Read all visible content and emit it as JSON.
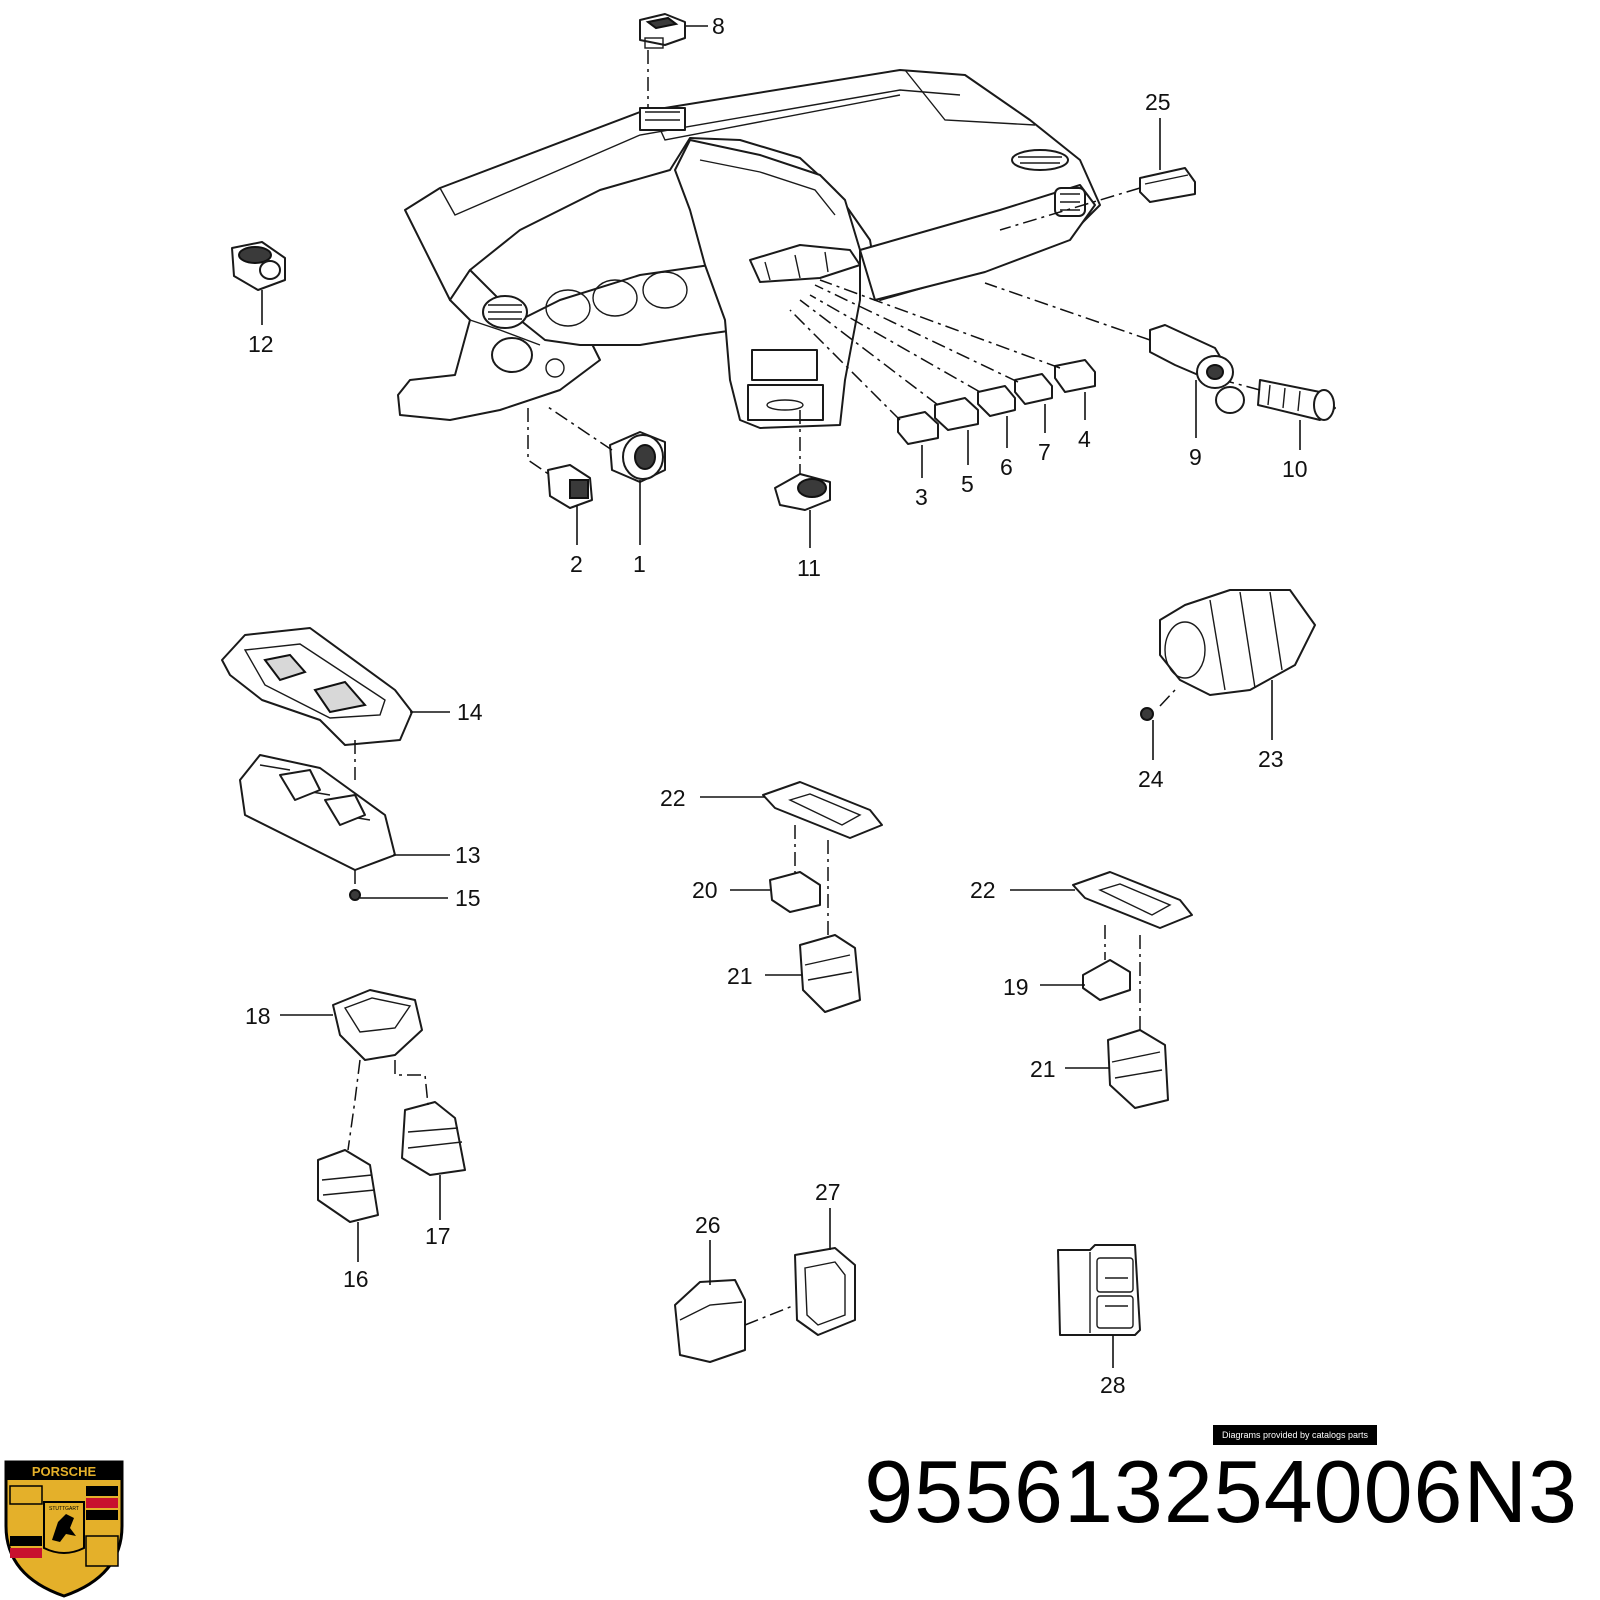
{
  "diagram": {
    "callouts": [
      "1",
      "2",
      "3",
      "4",
      "5",
      "6",
      "7",
      "8",
      "9",
      "10",
      "11",
      "12",
      "13",
      "14",
      "15",
      "16",
      "17",
      "18",
      "19",
      "20",
      "21",
      "21",
      "22",
      "22",
      "23",
      "24",
      "25",
      "26",
      "27",
      "28"
    ]
  },
  "credit": "Diagrams provided by catalogs parts",
  "part_number": "955613254006N3",
  "brand": {
    "logo_text": "PORSCHE",
    "logo_city": "STUTTGART",
    "colors": {
      "red": "#c8102e",
      "gold": "#e4b02a",
      "black": "#000000"
    }
  }
}
